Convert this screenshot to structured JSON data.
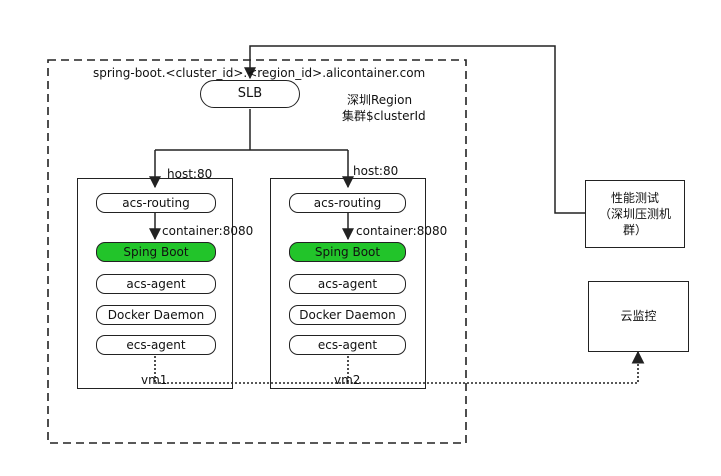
{
  "cluster": {
    "domain_label": "spring-boot.<cluster_id>.<region_id>.alicontainer.com",
    "slb_label": "SLB",
    "region_line1": "深圳Region",
    "region_line2": "集群$clusterId"
  },
  "vms": [
    {
      "host_port": "host:80",
      "container_port": "container:8080",
      "name": "vm1",
      "components": [
        "acs-routing",
        "Sping Boot",
        "acs-agent",
        "Docker Daemon",
        "ecs-agent"
      ]
    },
    {
      "host_port": "host:80",
      "container_port": "container:8080",
      "name": "vm2",
      "components": [
        "acs-routing",
        "Sping Boot",
        "acs-agent",
        "Docker Daemon",
        "ecs-agent"
      ]
    }
  ],
  "perf_test": {
    "line1": "性能测试",
    "line2": "（深圳压测机",
    "line3": "群）"
  },
  "monitor": {
    "label": "云监控"
  },
  "colors": {
    "spring_boot": "#22c42a",
    "stroke": "#222222"
  }
}
